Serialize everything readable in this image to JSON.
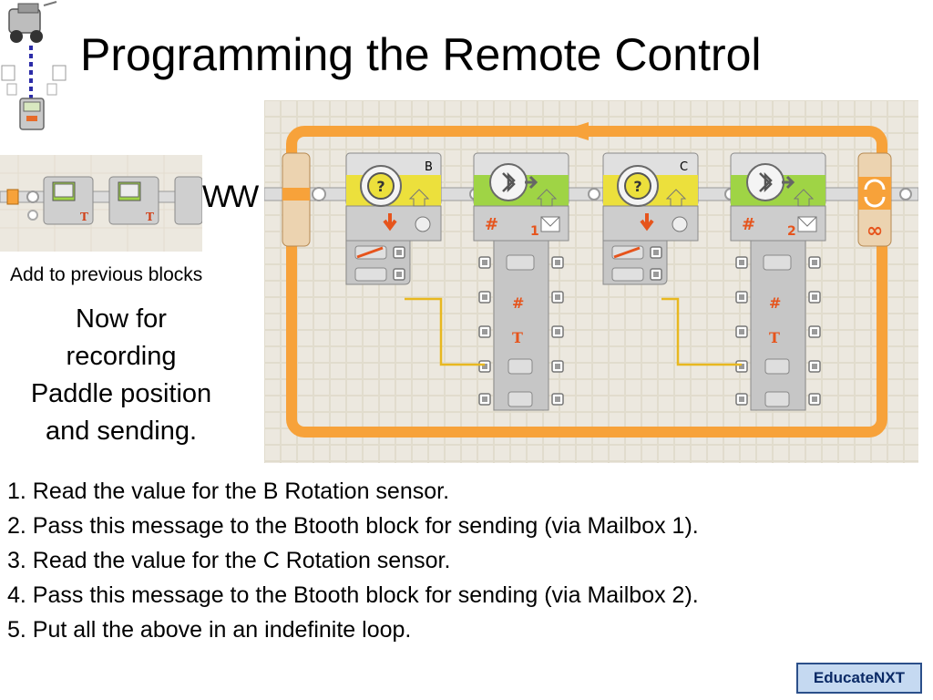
{
  "slide": {
    "title": "Programming the Remote Control",
    "wave_text": "WW",
    "caption_small": "Add to previous blocks",
    "caption_lines": [
      "Now for",
      "recording",
      "Paddle position",
      "and sending."
    ],
    "steps": [
      "1. Read the value for the B Rotation sensor.",
      "2. Pass this message to the Btooth block for sending (via Mailbox 1).",
      "3. Read the value for the C Rotation sensor.",
      "4. Pass this message to the Btooth block for sending (via Mailbox 2).",
      "5. Put all the above in an indefinite loop."
    ],
    "badge": "EducateNXT"
  },
  "program": {
    "blocks": [
      {
        "kind": "rotation-sensor",
        "port": "B"
      },
      {
        "kind": "bluetooth-send",
        "mailbox": "1"
      },
      {
        "kind": "rotation-sensor",
        "port": "C"
      },
      {
        "kind": "bluetooth-send",
        "mailbox": "2"
      }
    ],
    "loop_symbol": "∞"
  },
  "colors": {
    "loop_orange": "#f7a23a",
    "sensor_yellow": "#ece03c",
    "bluetooth_green": "#9fd445",
    "block_gray": "#c8c8c8",
    "wire_yellow": "#e8b820",
    "badge_fill": "#c5d9f1",
    "badge_border": "#2b4f8a"
  },
  "icons": {
    "sensor": "rotation-sensor-icon",
    "bluetooth": "bluetooth-icon",
    "loop": "loop-arrows-icon",
    "infinity": "infinity-icon",
    "hash": "hash-icon",
    "envelope": "envelope-icon"
  }
}
